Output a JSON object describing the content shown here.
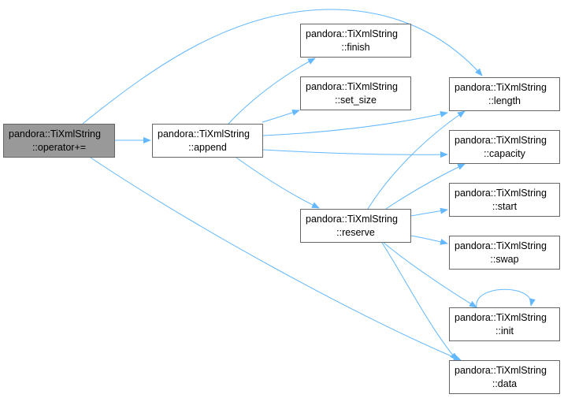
{
  "diagram": {
    "edge_color": "#63b8ff",
    "active_fill": "#999999",
    "nodes": [
      {
        "id": "operator_plus_eq",
        "line1": "pandora::TiXmlString",
        "line2": "::operator+=",
        "active": true
      },
      {
        "id": "append",
        "line1": "pandora::TiXmlString",
        "line2": "::append",
        "active": false
      },
      {
        "id": "finish",
        "line1": "pandora::TiXmlString",
        "line2": "::finish",
        "active": false
      },
      {
        "id": "set_size",
        "line1": "pandora::TiXmlString",
        "line2": "::set_size",
        "active": false
      },
      {
        "id": "reserve",
        "line1": "pandora::TiXmlString",
        "line2": "::reserve",
        "active": false
      },
      {
        "id": "length",
        "line1": "pandora::TiXmlString",
        "line2": "::length",
        "active": false
      },
      {
        "id": "capacity",
        "line1": "pandora::TiXmlString",
        "line2": "::capacity",
        "active": false
      },
      {
        "id": "start",
        "line1": "pandora::TiXmlString",
        "line2": "::start",
        "active": false
      },
      {
        "id": "swap",
        "line1": "pandora::TiXmlString",
        "line2": "::swap",
        "active": false
      },
      {
        "id": "init",
        "line1": "pandora::TiXmlString",
        "line2": "::init",
        "active": false
      },
      {
        "id": "data",
        "line1": "pandora::TiXmlString",
        "line2": "::data",
        "active": false
      }
    ],
    "edges": [
      {
        "from": "operator_plus_eq",
        "to": "append"
      },
      {
        "from": "operator_plus_eq",
        "to": "length"
      },
      {
        "from": "operator_plus_eq",
        "to": "data"
      },
      {
        "from": "append",
        "to": "finish"
      },
      {
        "from": "append",
        "to": "set_size"
      },
      {
        "from": "append",
        "to": "length"
      },
      {
        "from": "append",
        "to": "capacity"
      },
      {
        "from": "append",
        "to": "reserve"
      },
      {
        "from": "reserve",
        "to": "length"
      },
      {
        "from": "reserve",
        "to": "capacity"
      },
      {
        "from": "reserve",
        "to": "start"
      },
      {
        "from": "reserve",
        "to": "swap"
      },
      {
        "from": "reserve",
        "to": "init"
      },
      {
        "from": "reserve",
        "to": "data"
      },
      {
        "from": "init",
        "to": "init"
      }
    ]
  }
}
